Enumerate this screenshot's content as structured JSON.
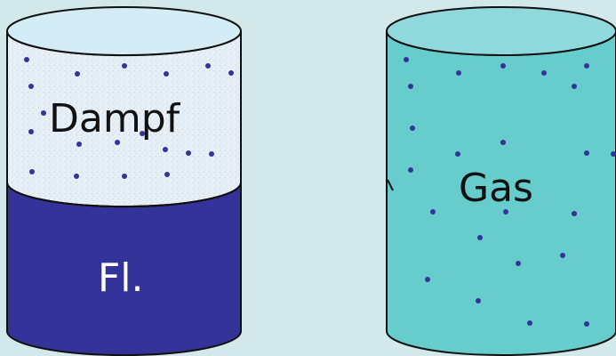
{
  "colors": {
    "background": "#d3e8ea",
    "vapor_fill": "#e6f0f6",
    "vapor_top": "#d4ecf5",
    "liquid_fill": "#333399",
    "gas_fill": "#66cccc",
    "gas_top": "#8fd8dc",
    "dot": "#333399",
    "outline": "#111111"
  },
  "left_container": {
    "vapor_label": "Dampf",
    "liquid_label": "Fl."
  },
  "right_container": {
    "gas_label": "Gas"
  }
}
